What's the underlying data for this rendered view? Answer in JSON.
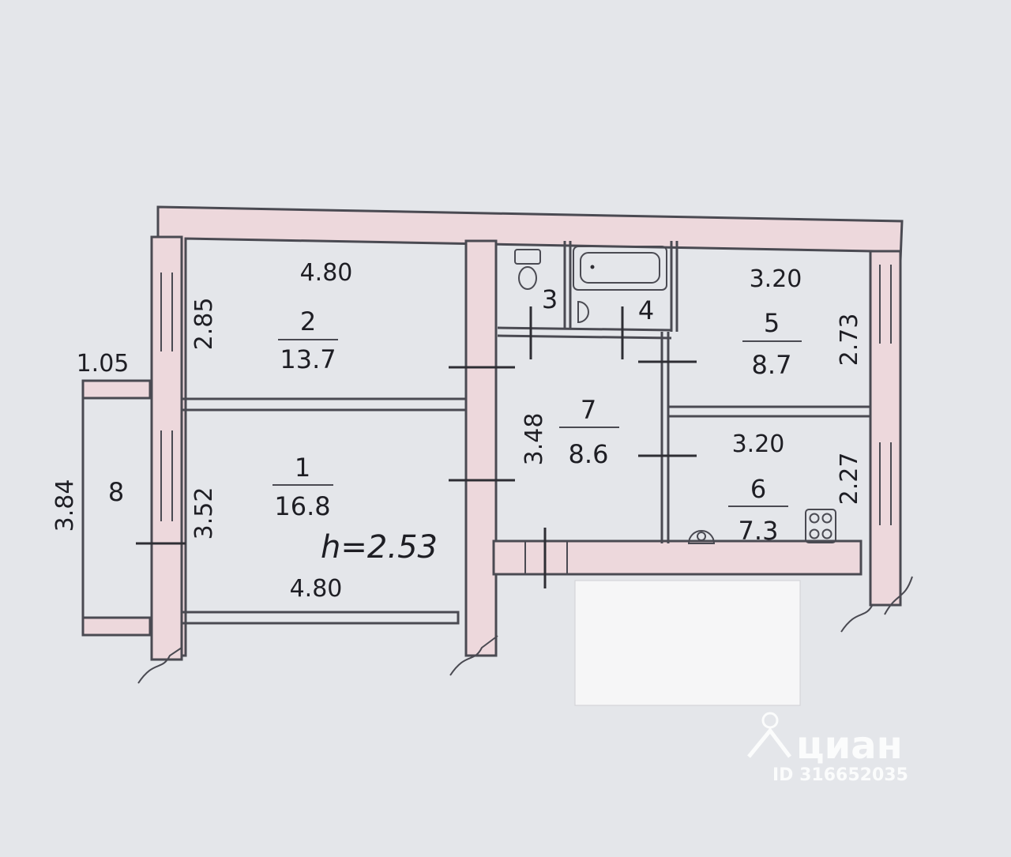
{
  "rooms": [
    {
      "number": "1",
      "area": "16.8",
      "width": "4.80",
      "depth": "3.52"
    },
    {
      "number": "2",
      "area": "13.7",
      "width": "4.80",
      "depth": "2.85"
    },
    {
      "number": "3"
    },
    {
      "number": "4"
    },
    {
      "number": "5",
      "area": "8.7",
      "width": "3.20",
      "depth": "2.73"
    },
    {
      "number": "6",
      "area": "7.3",
      "width": "3.20",
      "depth": "2.27"
    },
    {
      "number": "7",
      "area": "8.6",
      "depth": "3.48"
    },
    {
      "number": "8",
      "width": "1.05",
      "depth": "3.84"
    }
  ],
  "ceiling_height": "h=2.53",
  "watermark": {
    "brand": "циан",
    "id_text": "ID 316652035"
  },
  "colors": {
    "paper": "#e4e6ea",
    "wall_fill": "#edd8dc",
    "ink": "#1e1e24"
  },
  "icons": [
    "toilet-icon",
    "bathtub-icon",
    "sink-icon",
    "stove-icon",
    "kitchen-sink-icon",
    "location-pin-icon"
  ]
}
